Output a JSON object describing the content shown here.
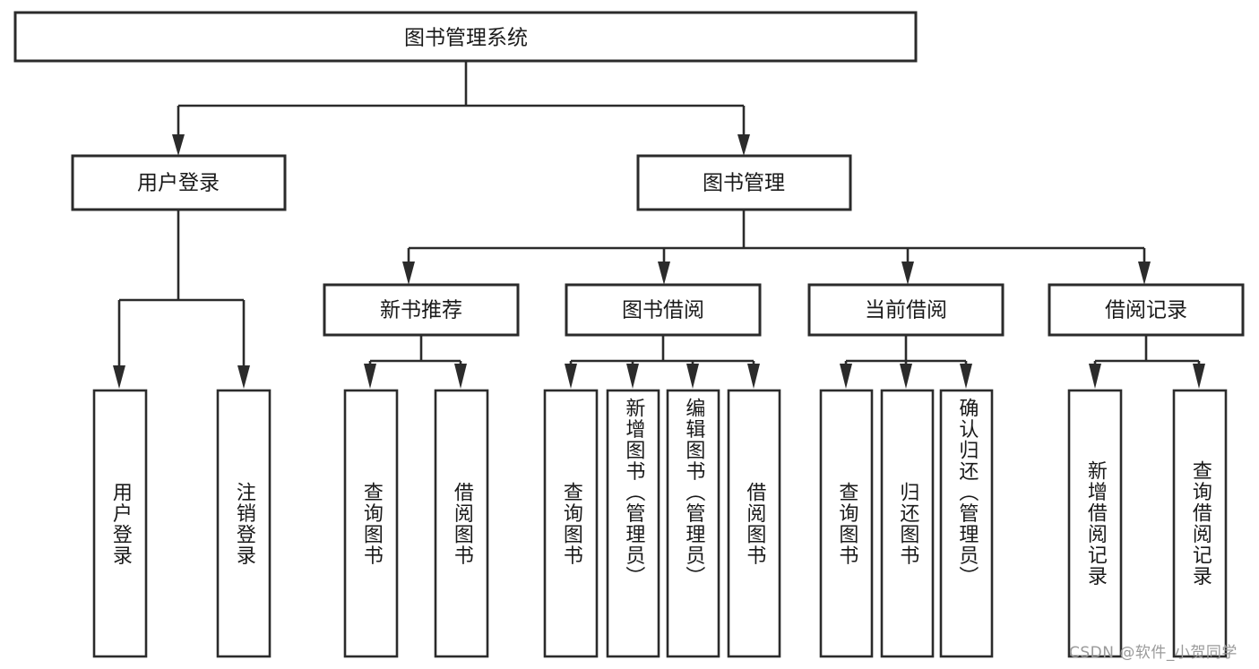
{
  "diagram": {
    "title": "图书管理系统",
    "type": "hierarchy-tree",
    "root": {
      "label": "图书管理系统",
      "children": [
        {
          "label": "用户登录",
          "children": [
            {
              "label": "用户登录",
              "orientation": "vertical"
            },
            {
              "label": "注销登录",
              "orientation": "vertical"
            }
          ]
        },
        {
          "label": "图书管理",
          "children": [
            {
              "label": "新书推荐",
              "children": [
                {
                  "label": "查询图书",
                  "orientation": "vertical"
                },
                {
                  "label": "借阅图书",
                  "orientation": "vertical"
                }
              ]
            },
            {
              "label": "图书借阅",
              "children": [
                {
                  "label": "查询图书",
                  "orientation": "vertical"
                },
                {
                  "label": "新增图书（管理员）",
                  "orientation": "vertical"
                },
                {
                  "label": "编辑图书（管理员）",
                  "orientation": "vertical"
                },
                {
                  "label": "借阅图书",
                  "orientation": "vertical"
                }
              ]
            },
            {
              "label": "当前借阅",
              "children": [
                {
                  "label": "查询图书",
                  "orientation": "vertical"
                },
                {
                  "label": "归还图书",
                  "orientation": "vertical"
                },
                {
                  "label": "确认归还（管理员）",
                  "orientation": "vertical"
                }
              ]
            },
            {
              "label": "借阅记录",
              "children": [
                {
                  "label": "新增借阅记录",
                  "orientation": "vertical"
                },
                {
                  "label": "查询借阅记录",
                  "orientation": "vertical"
                }
              ]
            }
          ]
        }
      ]
    }
  },
  "nodes": {
    "root": "图书管理系统",
    "user_login": "用户登录",
    "book_manage": "图书管理",
    "new_book_rec": "新书推荐",
    "book_borrow": "图书借阅",
    "current_borrow": "当前借阅",
    "borrow_record": "借阅记录",
    "leaf_user_login": "用户登录",
    "leaf_user_logout": "注销登录",
    "leaf_nb_query": "查询图书",
    "leaf_nb_borrow": "借阅图书",
    "leaf_bb_query": "查询图书",
    "leaf_bb_add": "新增图书（管理员）",
    "leaf_bb_edit": "编辑图书（管理员）",
    "leaf_bb_borrow": "借阅图书",
    "leaf_cb_query": "查询图书",
    "leaf_cb_return": "归还图书",
    "leaf_cb_confirm": "确认归还（管理员）",
    "leaf_br_add": "新增借阅记录",
    "leaf_br_query": "查询借阅记录"
  },
  "watermark": {
    "text": "CSDN @软件_小贺同学"
  },
  "colors": {
    "stroke": "#2b2b2b",
    "fill": "#ffffff",
    "text": "#1a1a1a",
    "watermark": "#9a9a9a"
  }
}
